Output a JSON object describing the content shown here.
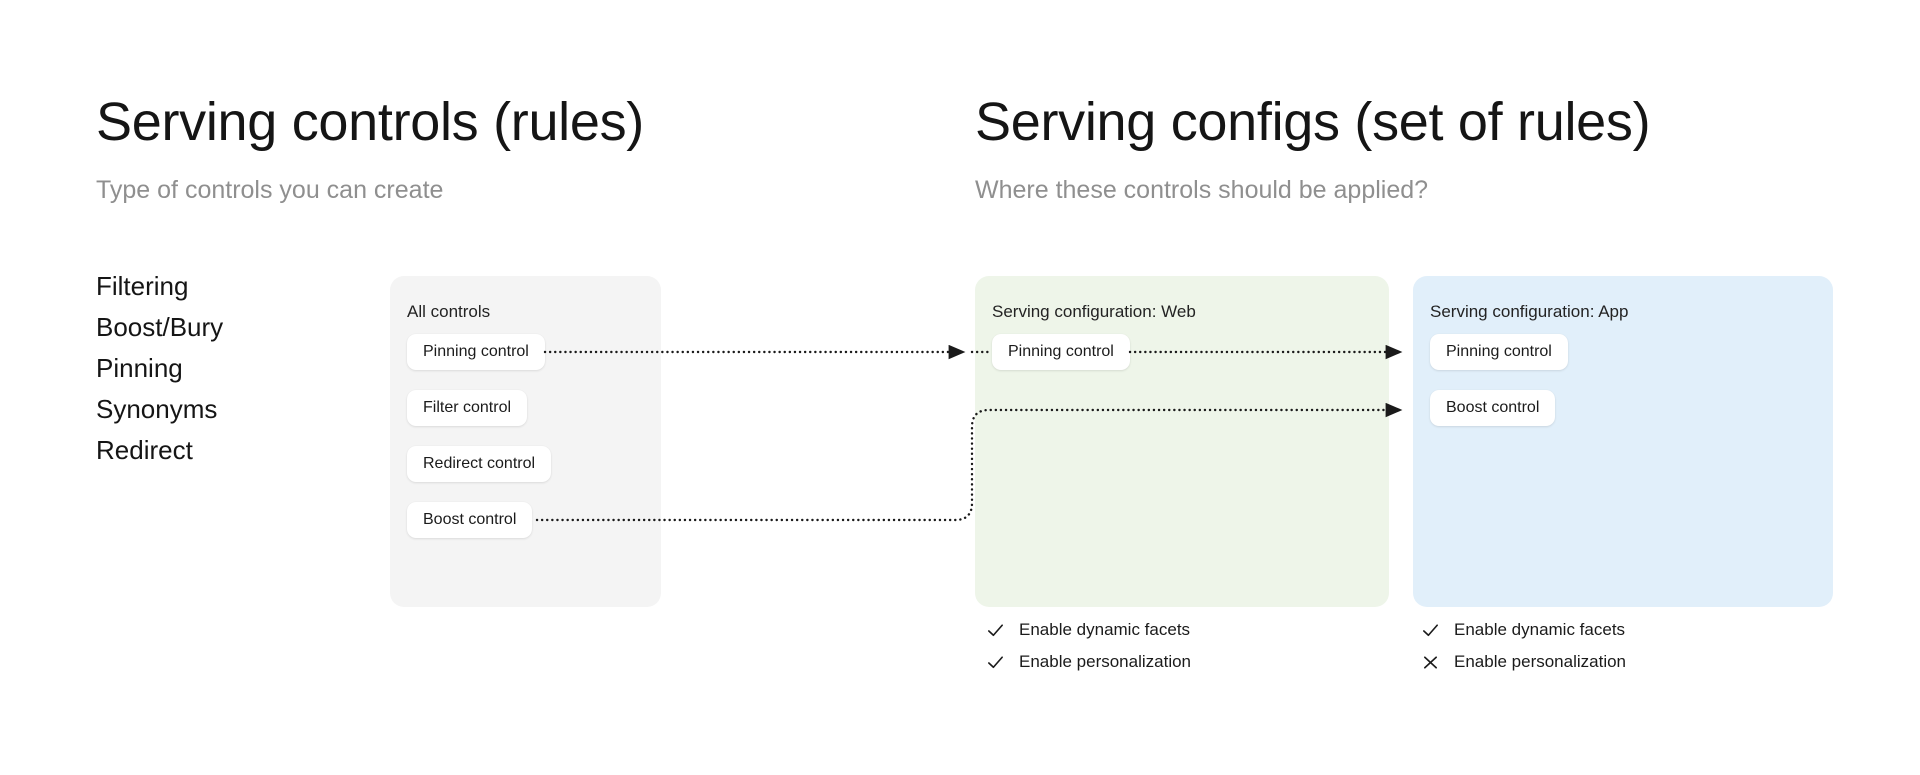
{
  "left": {
    "title": "Serving controls (rules)",
    "subtitle": "Type of controls you can create",
    "control_types": [
      "Filtering",
      "Boost/Bury",
      "Pinning",
      "Synonyms",
      "Redirect"
    ]
  },
  "right": {
    "title": "Serving configs (set of rules)",
    "subtitle": "Where these controls should be applied?"
  },
  "panels": {
    "all_controls": {
      "label": "All controls",
      "color": "#f4f4f4",
      "items": [
        {
          "label": "Pinning control"
        },
        {
          "label": "Filter control"
        },
        {
          "label": "Redirect control"
        },
        {
          "label": "Boost control"
        }
      ]
    },
    "serving_web": {
      "label": "Serving configuration: Web",
      "color": "#eef5e9",
      "items": [
        {
          "label": "Pinning control"
        }
      ],
      "options": [
        {
          "label": "Enable dynamic facets",
          "icon": "check-icon",
          "state": "enabled"
        },
        {
          "label": "Enable personalization",
          "icon": "check-icon",
          "state": "enabled"
        }
      ]
    },
    "serving_app": {
      "label": "Serving configuration: App",
      "color": "#e1effa",
      "items": [
        {
          "label": "Pinning control"
        },
        {
          "label": "Boost control"
        }
      ],
      "options": [
        {
          "label": "Enable dynamic facets",
          "icon": "check-icon",
          "state": "enabled"
        },
        {
          "label": "Enable personalization",
          "icon": "cross-icon",
          "state": "disabled"
        }
      ]
    }
  },
  "connectors": {
    "stroke_color": "#1a1a1a",
    "style": "dotted",
    "flows": [
      {
        "from": "all-controls.pinning-control",
        "to": "serving-web.pinning-control"
      },
      {
        "from": "serving-web.pinning-control",
        "to": "serving-app.pinning-control"
      },
      {
        "from": "all-controls.boost-control",
        "to": "serving-app.boost-control"
      }
    ]
  }
}
